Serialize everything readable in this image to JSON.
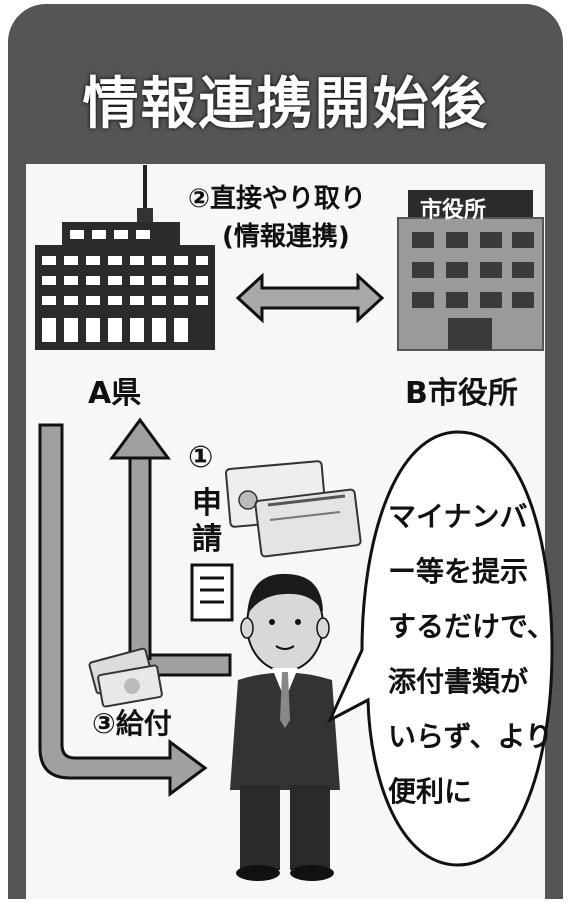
{
  "title": "情報連携開始後",
  "labels": {
    "step2_line1": "②直接やり取り",
    "step2_line2": "(情報連携)",
    "sign": "市役所",
    "pref": "A県",
    "city": "B市役所",
    "step1_num": "①",
    "step1_c1": "申",
    "step1_c2": "請",
    "step3": "③給付"
  },
  "bubble": {
    "lines": [
      "マイナンバ",
      "ー等を提示",
      "するだけで、",
      "添付書類が",
      "いらず、より",
      "便利に"
    ]
  },
  "colors": {
    "frame": "#555555",
    "panel": "#f7f7f7",
    "arrow_fill": "#9a9a9a",
    "building": "#2b2b2b"
  }
}
